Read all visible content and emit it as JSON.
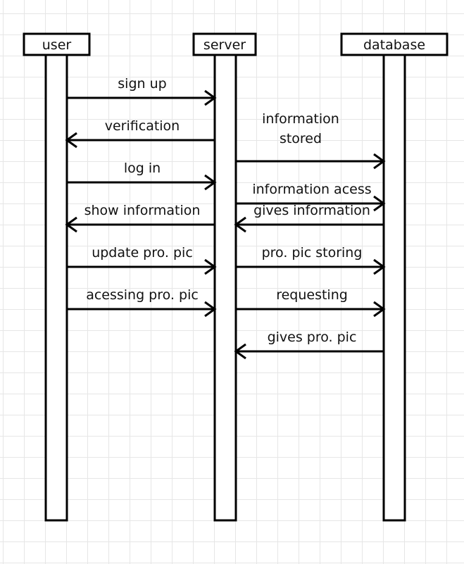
{
  "participants": [
    {
      "key": "user",
      "label": "user"
    },
    {
      "key": "server",
      "label": "server"
    },
    {
      "key": "database",
      "label": "database"
    }
  ],
  "messages": [
    {
      "from": "user",
      "to": "server",
      "lines": [
        "sign up"
      ]
    },
    {
      "from": "server",
      "to": "user",
      "lines": [
        "verification"
      ]
    },
    {
      "from": "server",
      "to": "database",
      "lines": [
        "information",
        "stored"
      ]
    },
    {
      "from": "user",
      "to": "server",
      "lines": [
        "log in"
      ]
    },
    {
      "from": "server",
      "to": "database",
      "lines": [
        "information acess"
      ]
    },
    {
      "from": "database",
      "to": "server",
      "lines": [
        "gives information"
      ]
    },
    {
      "from": "server",
      "to": "user",
      "lines": [
        "show information"
      ]
    },
    {
      "from": "user",
      "to": "server",
      "lines": [
        "update pro. pic"
      ]
    },
    {
      "from": "server",
      "to": "database",
      "lines": [
        "pro. pic storing"
      ]
    },
    {
      "from": "user",
      "to": "server",
      "lines": [
        "acessing pro. pic"
      ]
    },
    {
      "from": "server",
      "to": "database",
      "lines": [
        "requesting"
      ]
    },
    {
      "from": "database",
      "to": "server",
      "lines": [
        "gives pro. pic"
      ]
    }
  ],
  "colors": {
    "line": "#000000",
    "text": "#111111",
    "grid": "#e6e6e6",
    "background": "#ffffff"
  }
}
